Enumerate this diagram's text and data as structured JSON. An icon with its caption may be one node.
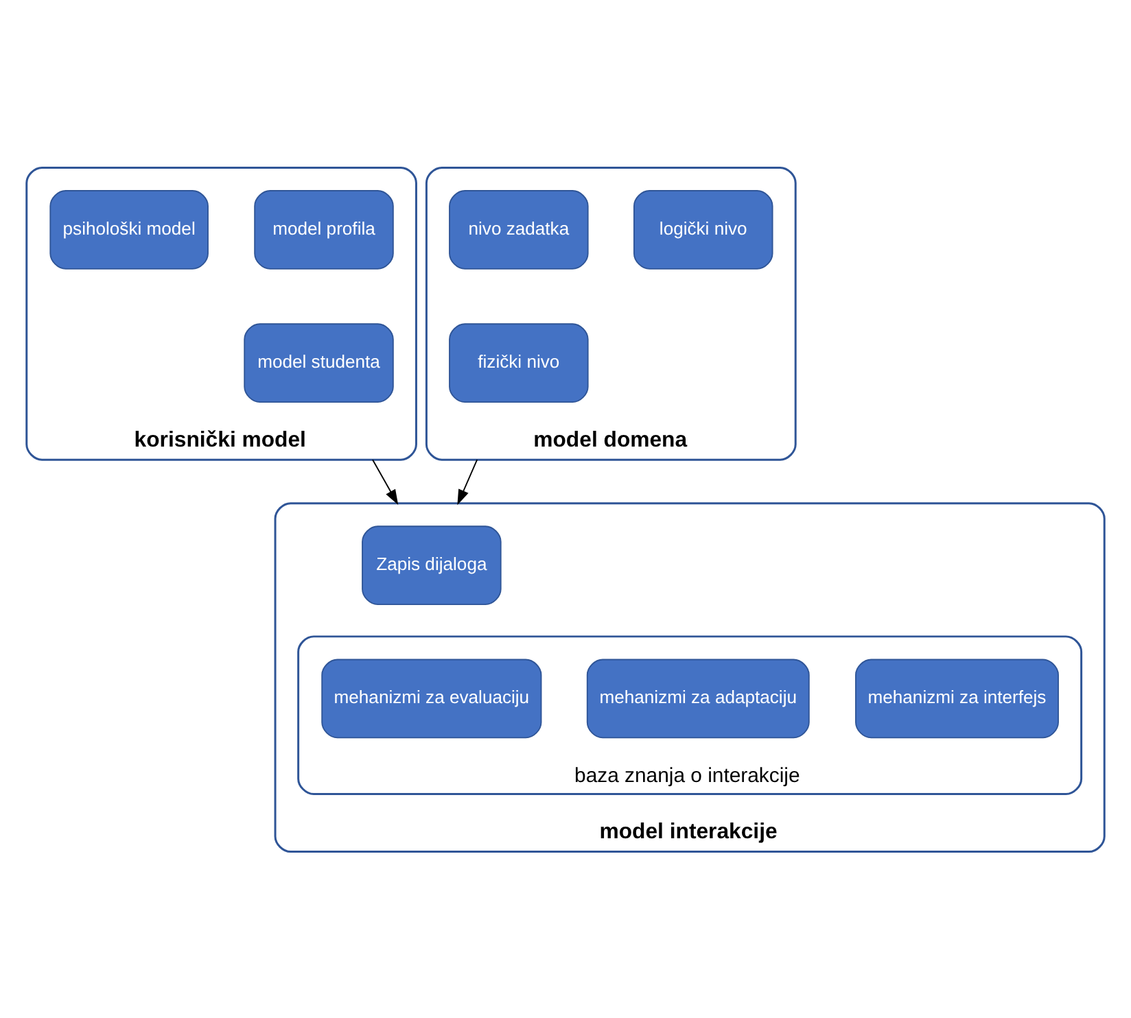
{
  "diagram": {
    "nodes": [
      {
        "text": [
          "korisnički model"
        ]
      },
      {
        "text": [
          "psihološki model"
        ],
        "in": 0
      },
      {
        "text": [
          "model profila"
        ],
        "in": 0
      },
      {
        "text": [
          "model studenta"
        ],
        "in": 0
      },
      {
        "text": [
          "model domena"
        ]
      },
      {
        "text": [
          "nivo zadatka"
        ],
        "in": 4
      },
      {
        "text": [
          "logički nivo"
        ],
        "in": 4
      },
      {
        "text": [
          "fizički nivo"
        ],
        "in": 4
      },
      {
        "text": [
          "model interakcije"
        ]
      },
      {
        "text": [
          "Zapis dijaloga"
        ],
        "in": 8
      },
      {
        "text": [
          "baza znanja o interakcije"
        ],
        "in": 8
      },
      {
        "text": [
          "mehanizmi za evaluaciju"
        ],
        "in": 10
      },
      {
        "text": [
          "mehanizmi za adaptaciju"
        ],
        "in": 10
      },
      {
        "text": [
          "mehanizmi za interfejs"
        ],
        "in": 10
      }
    ],
    "edges": [
      {
        "from": 0,
        "to": 8,
        "arrow": "to"
      },
      {
        "from": 4,
        "to": 8,
        "arrow": "to"
      }
    ]
  }
}
